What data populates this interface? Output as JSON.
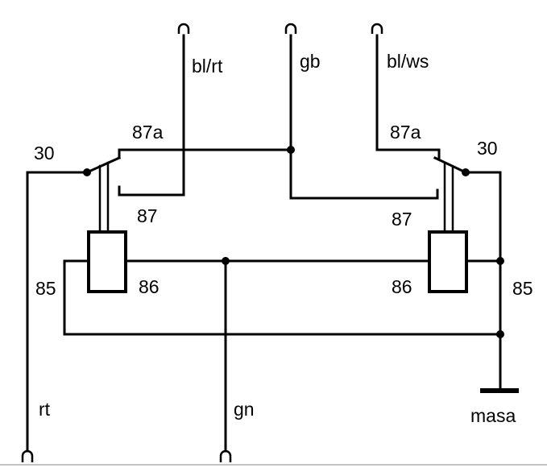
{
  "wires": {
    "bl_rt": "bl/rt",
    "gb": "gb",
    "bl_ws": "bl/ws",
    "rt": "rt",
    "gn": "gn"
  },
  "ground_label": "masa",
  "left_relay": {
    "pin_30": "30",
    "pin_87a": "87a",
    "pin_87": "87",
    "pin_85": "85",
    "pin_86": "86"
  },
  "right_relay": {
    "pin_30": "30",
    "pin_87a": "87a",
    "pin_87": "87",
    "pin_85": "85",
    "pin_86": "86"
  }
}
